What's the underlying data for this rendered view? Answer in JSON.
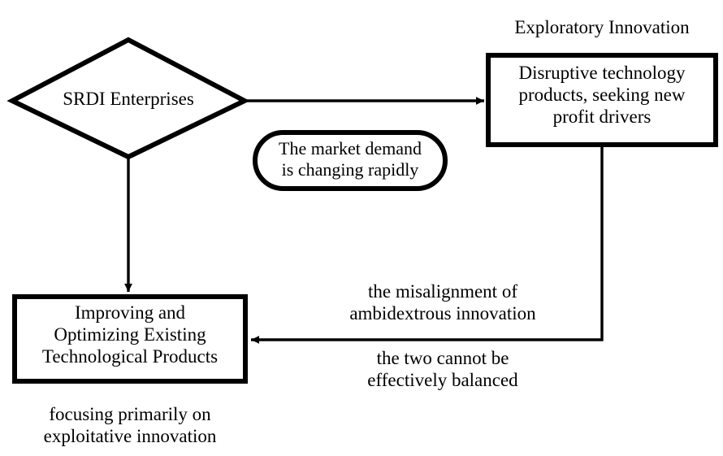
{
  "diagram": {
    "title": "SRDI enterprise ambidextrous innovation flow",
    "colors": {
      "stroke": "#000000",
      "fill": "#ffffff",
      "text": "#000000"
    },
    "nodes": {
      "decision": {
        "shape": "diamond",
        "label": "SRDI Enterprises"
      },
      "exploratory_caption": {
        "shape": "text",
        "label": "Exploratory Innovation"
      },
      "exploratory_box": {
        "shape": "rectangle",
        "label": "Disruptive technology\nproducts, seeking new\nprofit drivers"
      },
      "market_note": {
        "shape": "stadium",
        "label": "The market demand\nis changing rapidly"
      },
      "exploitative_box": {
        "shape": "rectangle",
        "label": "Improving and\nOptimizing Existing\nTechnological Products"
      },
      "exploitative_caption": {
        "shape": "text",
        "label": "focusing primarily on\nexploitative innovation"
      }
    },
    "edge_labels": {
      "misalignment": "the misalignment of\nambidextrous innovation",
      "imbalance": "the two cannot be\neffectively balanced"
    },
    "edges": [
      {
        "from": "decision",
        "to": "exploratory_box",
        "direction": "right",
        "arrow": true
      },
      {
        "from": "decision",
        "to": "exploitative_box",
        "direction": "down",
        "arrow": true
      },
      {
        "from": "exploratory_box",
        "to": "exploitative_box",
        "direction": "feedback-left",
        "arrow": true
      }
    ]
  }
}
